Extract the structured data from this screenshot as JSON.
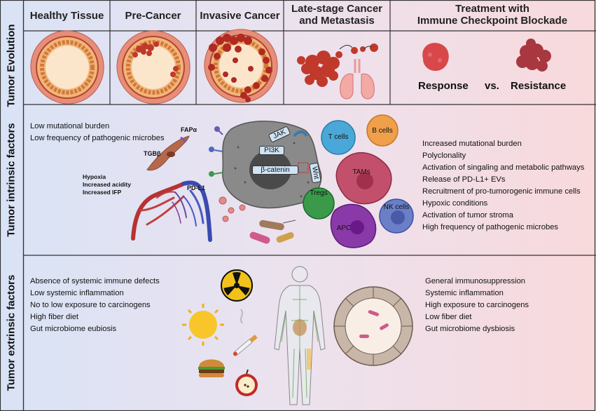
{
  "header": {
    "healthy": "Healthy Tissue",
    "precancer": "Pre-Cancer",
    "invasive": "Invasive Cancer",
    "late_line1": "Late-stage Cancer",
    "late_line2": "and Metastasis",
    "treatment_line1": "Treatment with",
    "treatment_line2": "Immune Checkpoint Blockade"
  },
  "row_labels": {
    "evolution": "Tumor Evolution",
    "intrinsic": "Tumor intrinsic factors",
    "extrinsic": "Tumor extrinsic factors"
  },
  "treatment_outcomes": {
    "response": "Response",
    "vs": "vs.",
    "resistance": "Resistance"
  },
  "intrinsic_left": [
    "Low mutational burden",
    "Low frequency of pathogenic microbes"
  ],
  "intrinsic_annotations": {
    "fapa": "FAPα",
    "tgfb": "TGBβ",
    "hypoxia": "Hypoxia",
    "acidity": "Increased acidity",
    "ifp": "Increased IFP",
    "pdl1": "PD-L1"
  },
  "tumor_cell_labels": {
    "jak": "JAK",
    "pi3k": "PI3K",
    "bcatenin": "β-catenin",
    "wnt": "Wnt"
  },
  "immune_cells": {
    "t_cells": "T cells",
    "b_cells": "B cells",
    "tams": "TAMs",
    "tregs": "Tregs",
    "nk_cells": "NK cells",
    "apc": "APC"
  },
  "intrinsic_right": [
    "Increased mutational burden",
    "Polyclonality",
    "Activation of singaling and metabolic pathways",
    "Release of PD-L1+ EVs",
    "Recruitment of pro-tumorogenic immune cells",
    "Hypoxic conditions",
    "Activation of tumor stroma",
    "High frequency of pathogenic microbes"
  ],
  "extrinsic_left": [
    "Absence of systemic immune defects",
    "Low systemic inflammation",
    "No to low exposure to carcinogens",
    "High fiber diet",
    "Gut microbiome eubiosis"
  ],
  "extrinsic_right": [
    "General immunosuppression",
    "Systemic inflammation",
    "High exposure to carcinogens",
    "Low fiber diet",
    "Gut microbiome dysbiosis"
  ],
  "icons": [
    "tissue-ring-icon",
    "tumor-cell-icon",
    "blood-vessel-icon",
    "fibroblast-icon",
    "bacteria-icon",
    "radiation-icon",
    "sun-icon",
    "cigarette-icon",
    "burger-icon",
    "apple-icon",
    "human-body-icon",
    "gut-crypt-icon",
    "lungs-icon"
  ],
  "colors": {
    "left_bg": "#d9e4f6",
    "right_bg": "#f7dadd",
    "tissue_red": "#c0392b",
    "tissue_orange": "#f0a64a",
    "t_cell": "#4aa8d8",
    "b_cell": "#f0a04a",
    "tam": "#c2506c",
    "treg": "#3a9a4a",
    "nk": "#6a7fc8",
    "apc": "#8a3aa8"
  }
}
